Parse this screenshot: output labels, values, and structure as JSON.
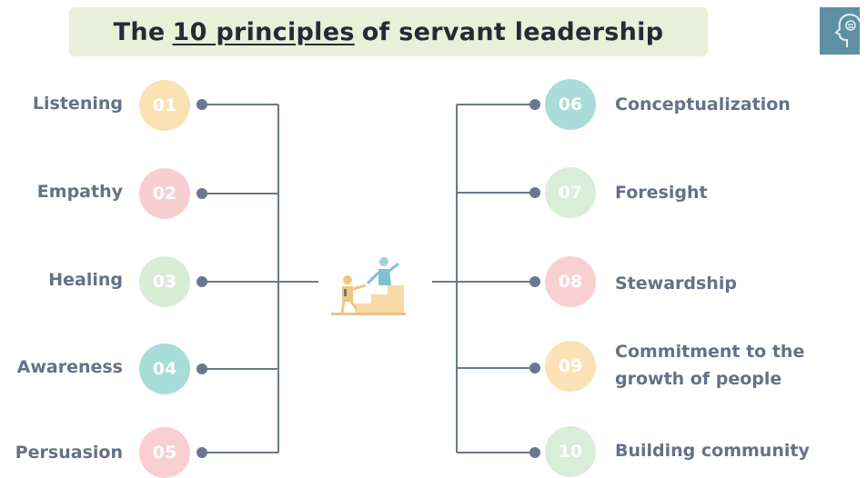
{
  "title": {
    "before": "The",
    "emphasis": "10 principles",
    "after": "of servant leadership"
  },
  "left_items": [
    {
      "label": "Listening",
      "number": "01",
      "color": "#fbe2b5"
    },
    {
      "label": "Empathy",
      "number": "02",
      "color": "#f8cfd0"
    },
    {
      "label": "Healing",
      "number": "03",
      "color": "#d9ecd6"
    },
    {
      "label": "Awareness",
      "number": "04",
      "color": "#a8dcd8"
    },
    {
      "label": "Persuasion",
      "number": "05",
      "color": "#f9cfd1"
    }
  ],
  "right_items": [
    {
      "label": "Conceptualization",
      "number": "06",
      "color": "#a9dcd8"
    },
    {
      "label": "Foresight",
      "number": "07",
      "color": "#d9edd8"
    },
    {
      "label": "Stewardship",
      "number": "08",
      "color": "#f9d0d2"
    },
    {
      "label_lines": [
        "Commitment to the",
        "growth of people"
      ],
      "number": "09",
      "color": "#fbe2b6"
    },
    {
      "label": "Building community",
      "number": "10",
      "color": "#d9edd8"
    }
  ],
  "colors": {
    "connector": "#6b7691",
    "logo": "#5f8fa3",
    "title_bg": "#e9efd9",
    "title_text": "#252b35",
    "label_text": "#657187"
  },
  "icons": {
    "center": "leader-helping-climb-stairs-icon",
    "corner": "human-head-profile-logo-icon"
  }
}
